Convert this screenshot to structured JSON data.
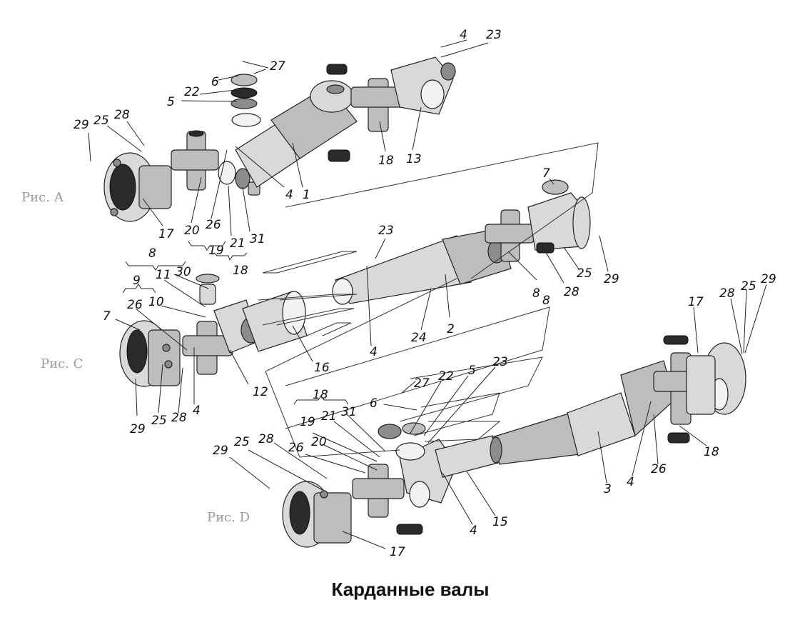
{
  "title": "Карданные валы",
  "figures": {
    "a": "Рис. А",
    "c": "Рис. С",
    "d": "Рис. D"
  },
  "labels": {
    "l4a": "4",
    "l23a": "23",
    "l27a": "27",
    "l6a": "6",
    "l22a": "22",
    "l5a": "5",
    "l29a": "29",
    "l25a": "25",
    "l28a": "28",
    "l18a": "18",
    "l13": "13",
    "l4b": "4",
    "l1": "1",
    "l17a": "17",
    "l20a": "20",
    "l26a": "26",
    "l21a": "21",
    "l31a": "31",
    "l19a": "19",
    "l18b": "18",
    "l7a": "7",
    "l23b": "23",
    "l8a": "8",
    "l9": "9",
    "l11": "11",
    "l30": "30",
    "l10": "10",
    "l26b": "26",
    "l7b": "7",
    "l25b": "25",
    "l28b": "28",
    "l8b": "8",
    "l29b": "29",
    "l4c": "4",
    "l16": "16",
    "l24": "24",
    "l2": "2",
    "l8c": "8",
    "l12": "12",
    "l29c": "29",
    "l25c": "25",
    "l28c": "28",
    "l4d": "4",
    "l17b": "17",
    "l28d": "28",
    "l25d": "25",
    "l29d": "29",
    "l18c": "18",
    "l27b": "27",
    "l22b": "22",
    "l5b": "5",
    "l23c": "23",
    "l6b": "6",
    "l21b": "21",
    "l31b": "31",
    "l19b": "19",
    "l20b": "20",
    "l29e": "29",
    "l25e": "25",
    "l28e": "28",
    "l26c": "26",
    "l3": "3",
    "l4e": "4",
    "l26d": "26",
    "l18d": "18",
    "l15": "15",
    "l4f": "4",
    "l17c": "17"
  }
}
